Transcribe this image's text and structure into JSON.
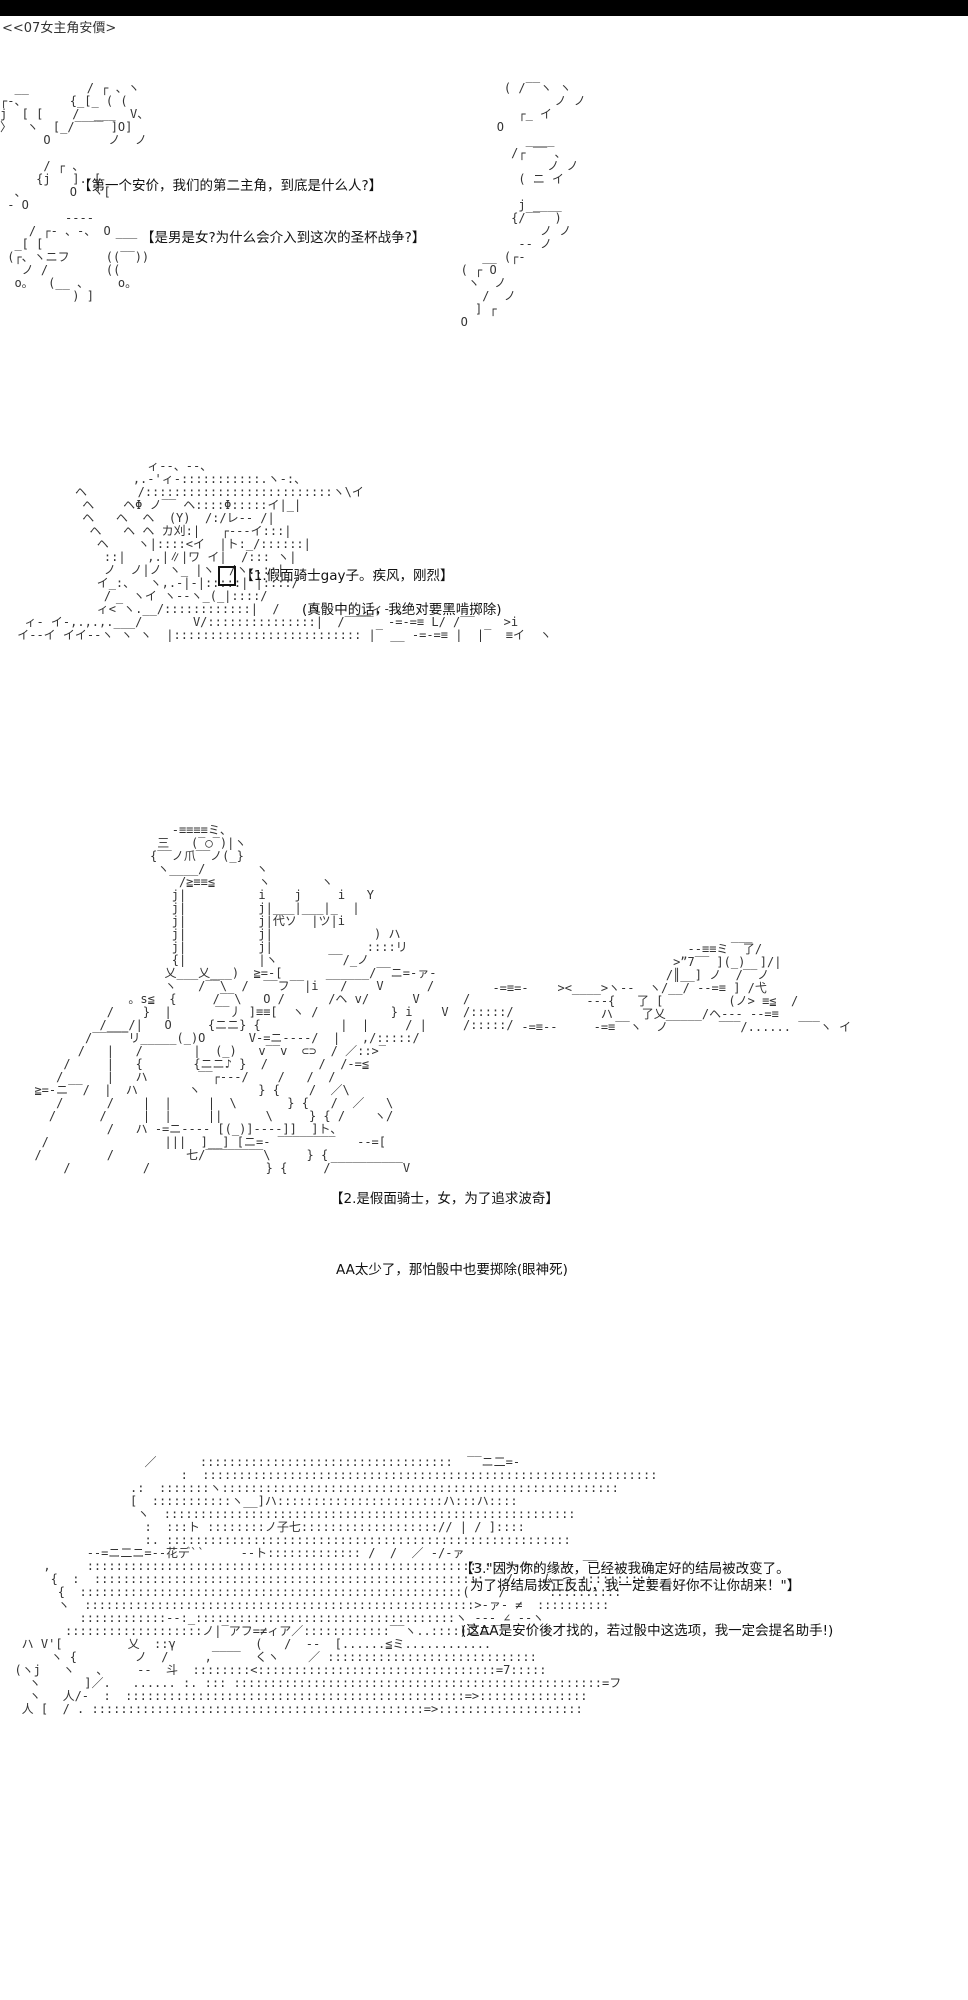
{
  "header": {
    "title": "<<07女主角安價>"
  },
  "panel1": {
    "caption_1": "【第一个安价，我们的第二主角，到底是什么人?】",
    "caption_2": "【是男是女?为什么会介入到这次的圣杯战争?】"
  },
  "panel2": {
    "caption_1": "【1.假面骑士gay子。疾风，刚烈】",
    "caption_2": "(真骰中的话，我绝对要黑啃掷除)"
  },
  "panel3": {
    "caption_1": "【2.是假面骑士，女，为了追求波奇】",
    "caption_2": "AA太少了，那怕骰中也要掷除(眼神死)"
  },
  "panel4": {
    "caption_1": "【3.\"因为你的缘故，已经被我确定好的结局被改变了。",
    "caption_2": "为了将结局拨正反乱，我一定要看好你不让你胡来！\"】",
    "caption_3": "(这AA是安价後才找的，若过骰中这选项，我一定会提名助手!)"
  }
}
